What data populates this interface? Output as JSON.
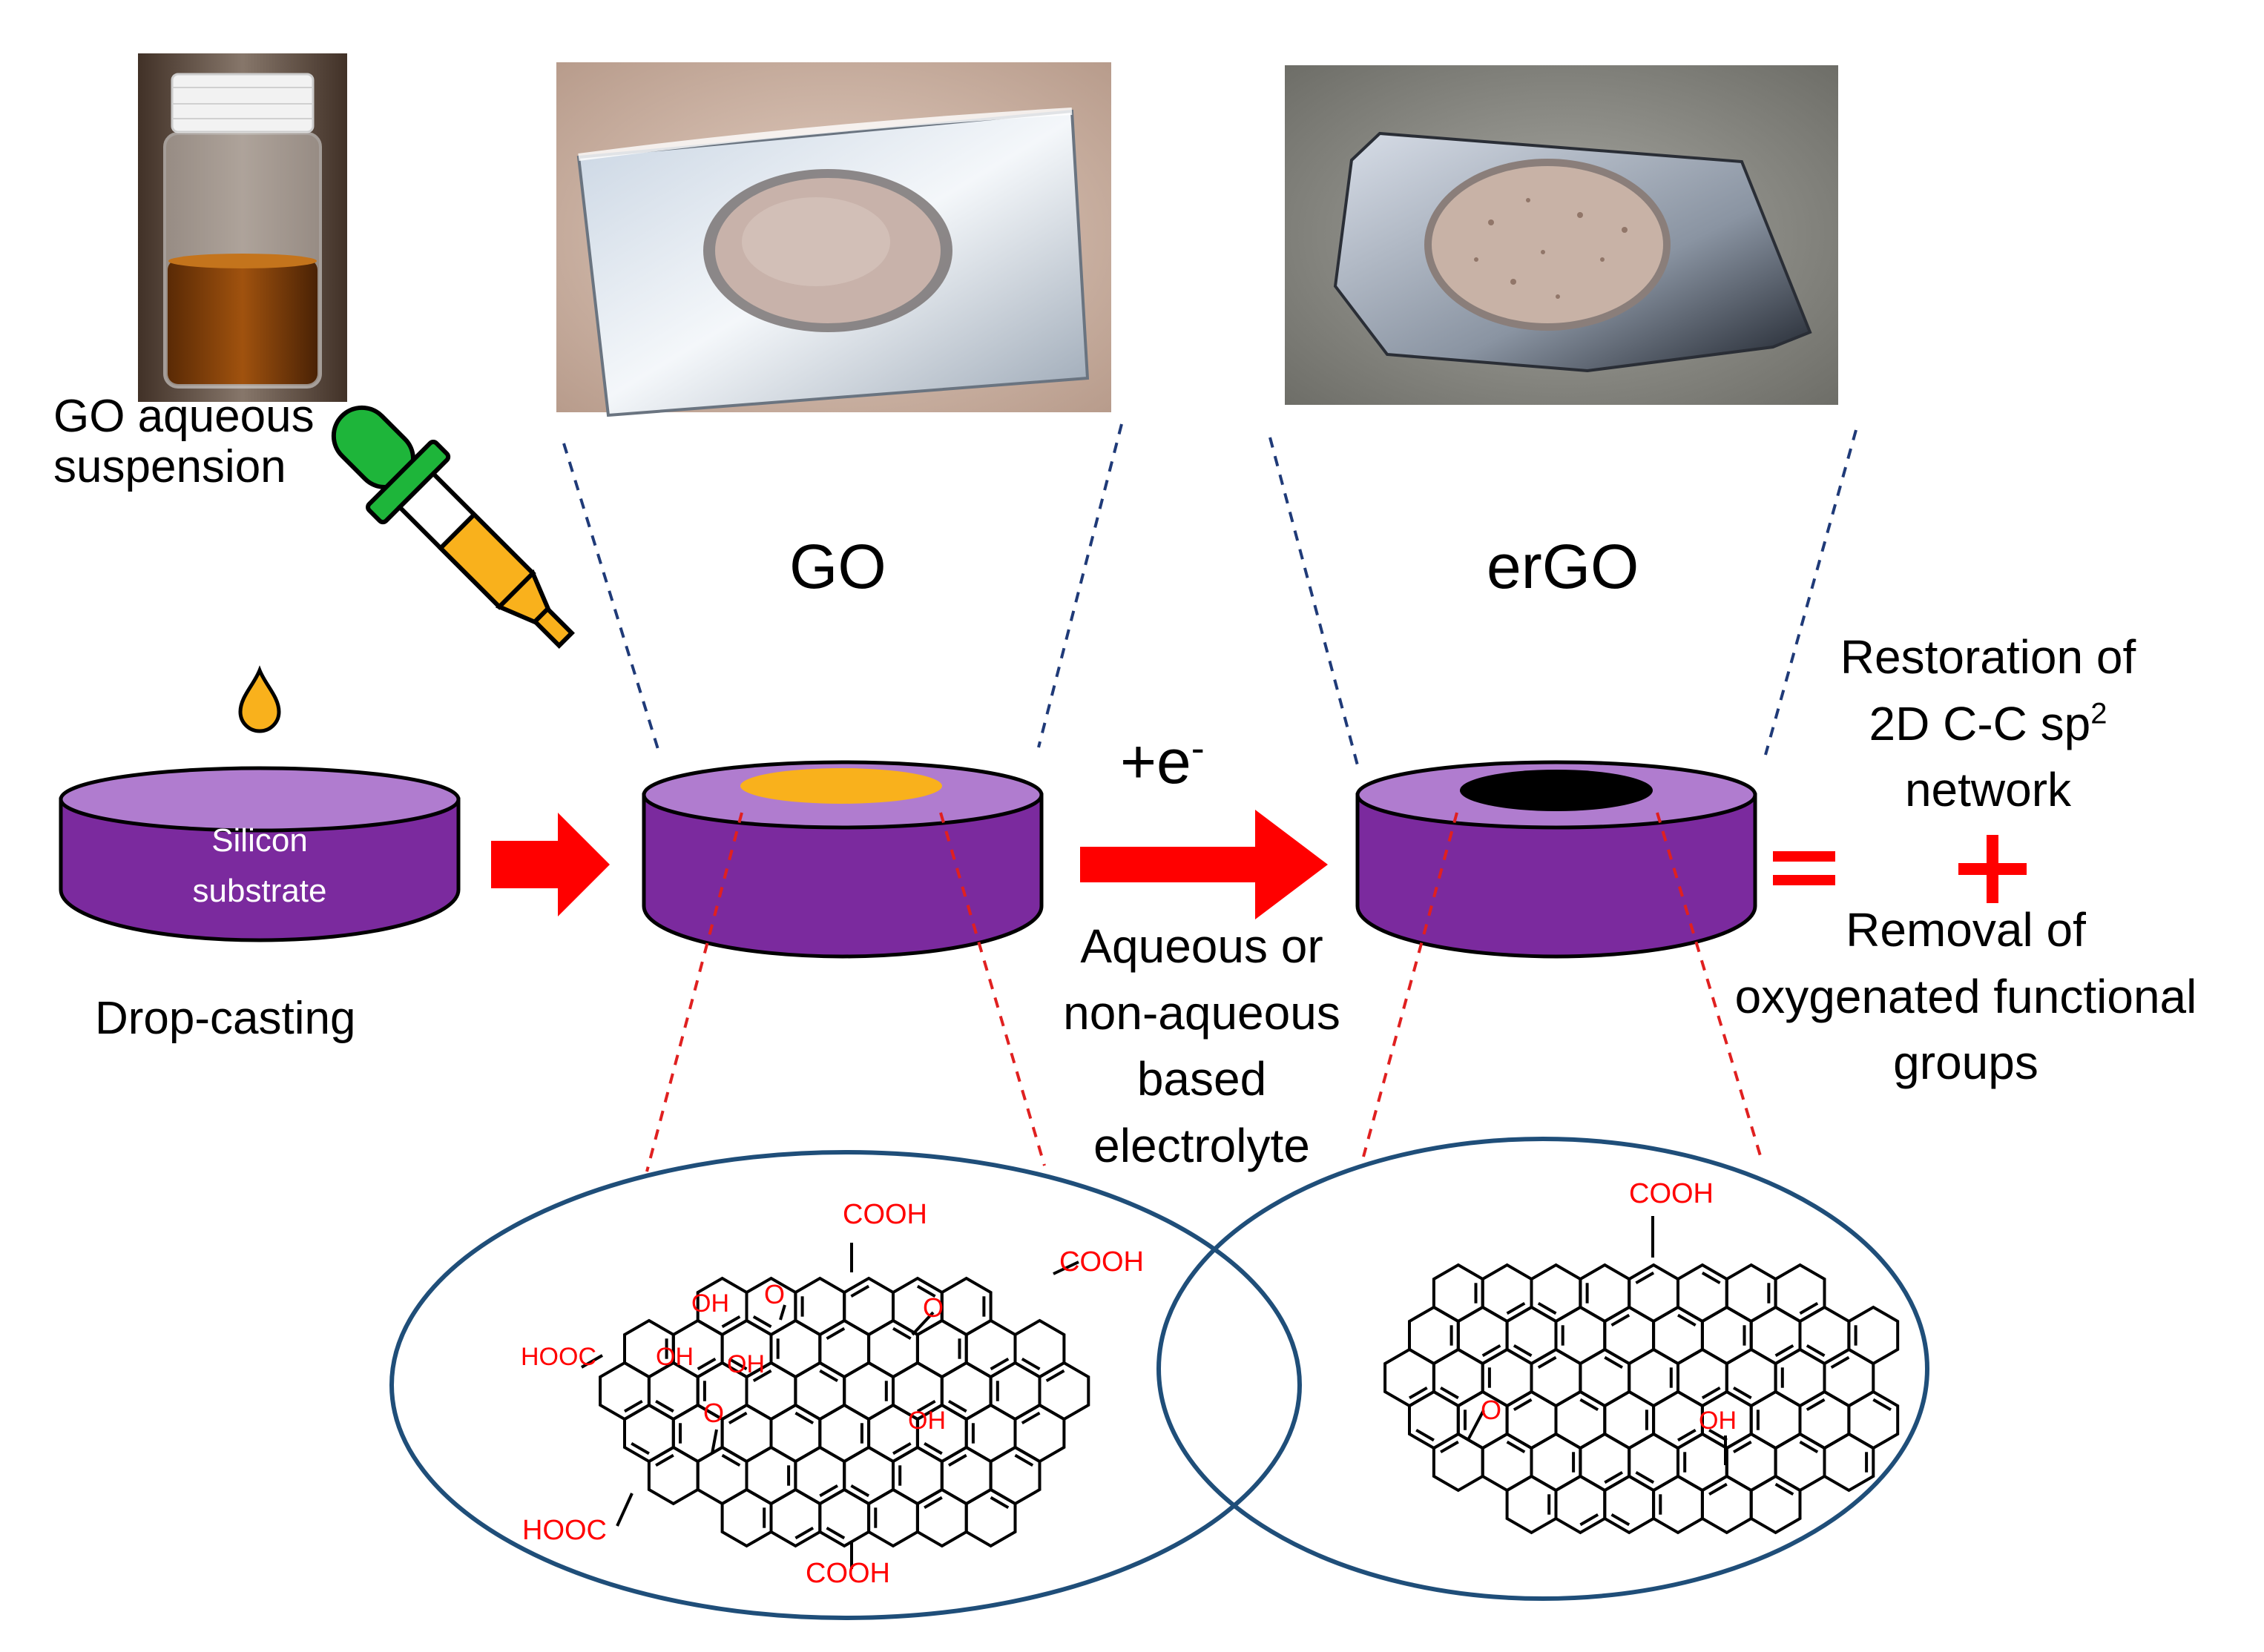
{
  "photos": {
    "vial": "GO aqueous suspension vial photo",
    "go_film": "GO film on silicon wafer photo",
    "ergo_film": "erGO film on silicon wafer photo"
  },
  "labels": {
    "suspension_line1": "GO aqueous",
    "suspension_line2": "suspension",
    "substrate_line1": "Silicon",
    "substrate_line2": "substrate",
    "drop_casting": "Drop-casting",
    "go": "GO",
    "ergo": "erGO",
    "electron_base": "+e",
    "electron_sup": "-",
    "electrolyte_line1": "Aqueous or",
    "electrolyte_line2": "non-aqueous",
    "electrolyte_line3": "based",
    "electrolyte_line4": "electrolyte",
    "restoration_line1": "Restoration of",
    "restoration_line2_base": "2D C-C sp",
    "restoration_line2_sup": "2",
    "restoration_line3": "network",
    "equals": "=",
    "plus": "+",
    "removal_line1": "Removal of",
    "removal_line2": "oxygenated functional",
    "removal_line3": "groups"
  },
  "go_groups": {
    "cooh_top": "COOH",
    "cooh_right": "COOH",
    "hooc_left": "HOOC",
    "hooc_bottom_left": "HOOC",
    "cooh_bottom": "COOH",
    "oh_1": "OH",
    "oh_2": "OH",
    "oh_3": "OH",
    "oh_4": "OH",
    "o_1": "O",
    "o_2": "O",
    "o_3": "O"
  },
  "ergo_groups": {
    "cooh_top": "COOH",
    "o_1": "O",
    "oh_1": "OH"
  },
  "colors": {
    "substrate": "#7B2A9E",
    "substrate_top": "#B07CCF",
    "go_film": "#F9B11C",
    "ergo_film": "#000000",
    "arrow": "#FF0000",
    "dropper_bulb": "#1EB53A",
    "ellipse_border": "#1F4E79",
    "dashed_blue": "#1F3A78",
    "dashed_red": "#E02020",
    "functional_group": "#FF0000"
  }
}
